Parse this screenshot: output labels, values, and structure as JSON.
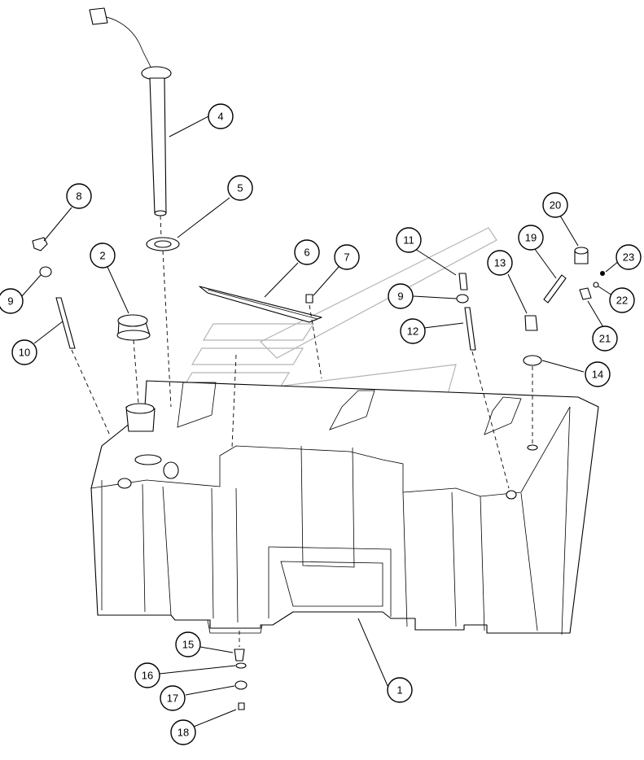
{
  "diagram": {
    "callouts": [
      {
        "id": "c1",
        "label": "1"
      },
      {
        "id": "c2",
        "label": "2"
      },
      {
        "id": "c4",
        "label": "4"
      },
      {
        "id": "c5",
        "label": "5"
      },
      {
        "id": "c6",
        "label": "6"
      },
      {
        "id": "c7",
        "label": "7"
      },
      {
        "id": "c8",
        "label": "8"
      },
      {
        "id": "c9a",
        "label": "9"
      },
      {
        "id": "c9b",
        "label": "9"
      },
      {
        "id": "c10",
        "label": "10"
      },
      {
        "id": "c11",
        "label": "11"
      },
      {
        "id": "c12",
        "label": "12"
      },
      {
        "id": "c13",
        "label": "13"
      },
      {
        "id": "c14",
        "label": "14"
      },
      {
        "id": "c15",
        "label": "15"
      },
      {
        "id": "c16",
        "label": "16"
      },
      {
        "id": "c17",
        "label": "17"
      },
      {
        "id": "c18",
        "label": "18"
      },
      {
        "id": "c19",
        "label": "19"
      },
      {
        "id": "c20",
        "label": "20"
      },
      {
        "id": "c21",
        "label": "21"
      },
      {
        "id": "c22",
        "label": "22"
      },
      {
        "id": "c23",
        "label": "23"
      }
    ]
  }
}
